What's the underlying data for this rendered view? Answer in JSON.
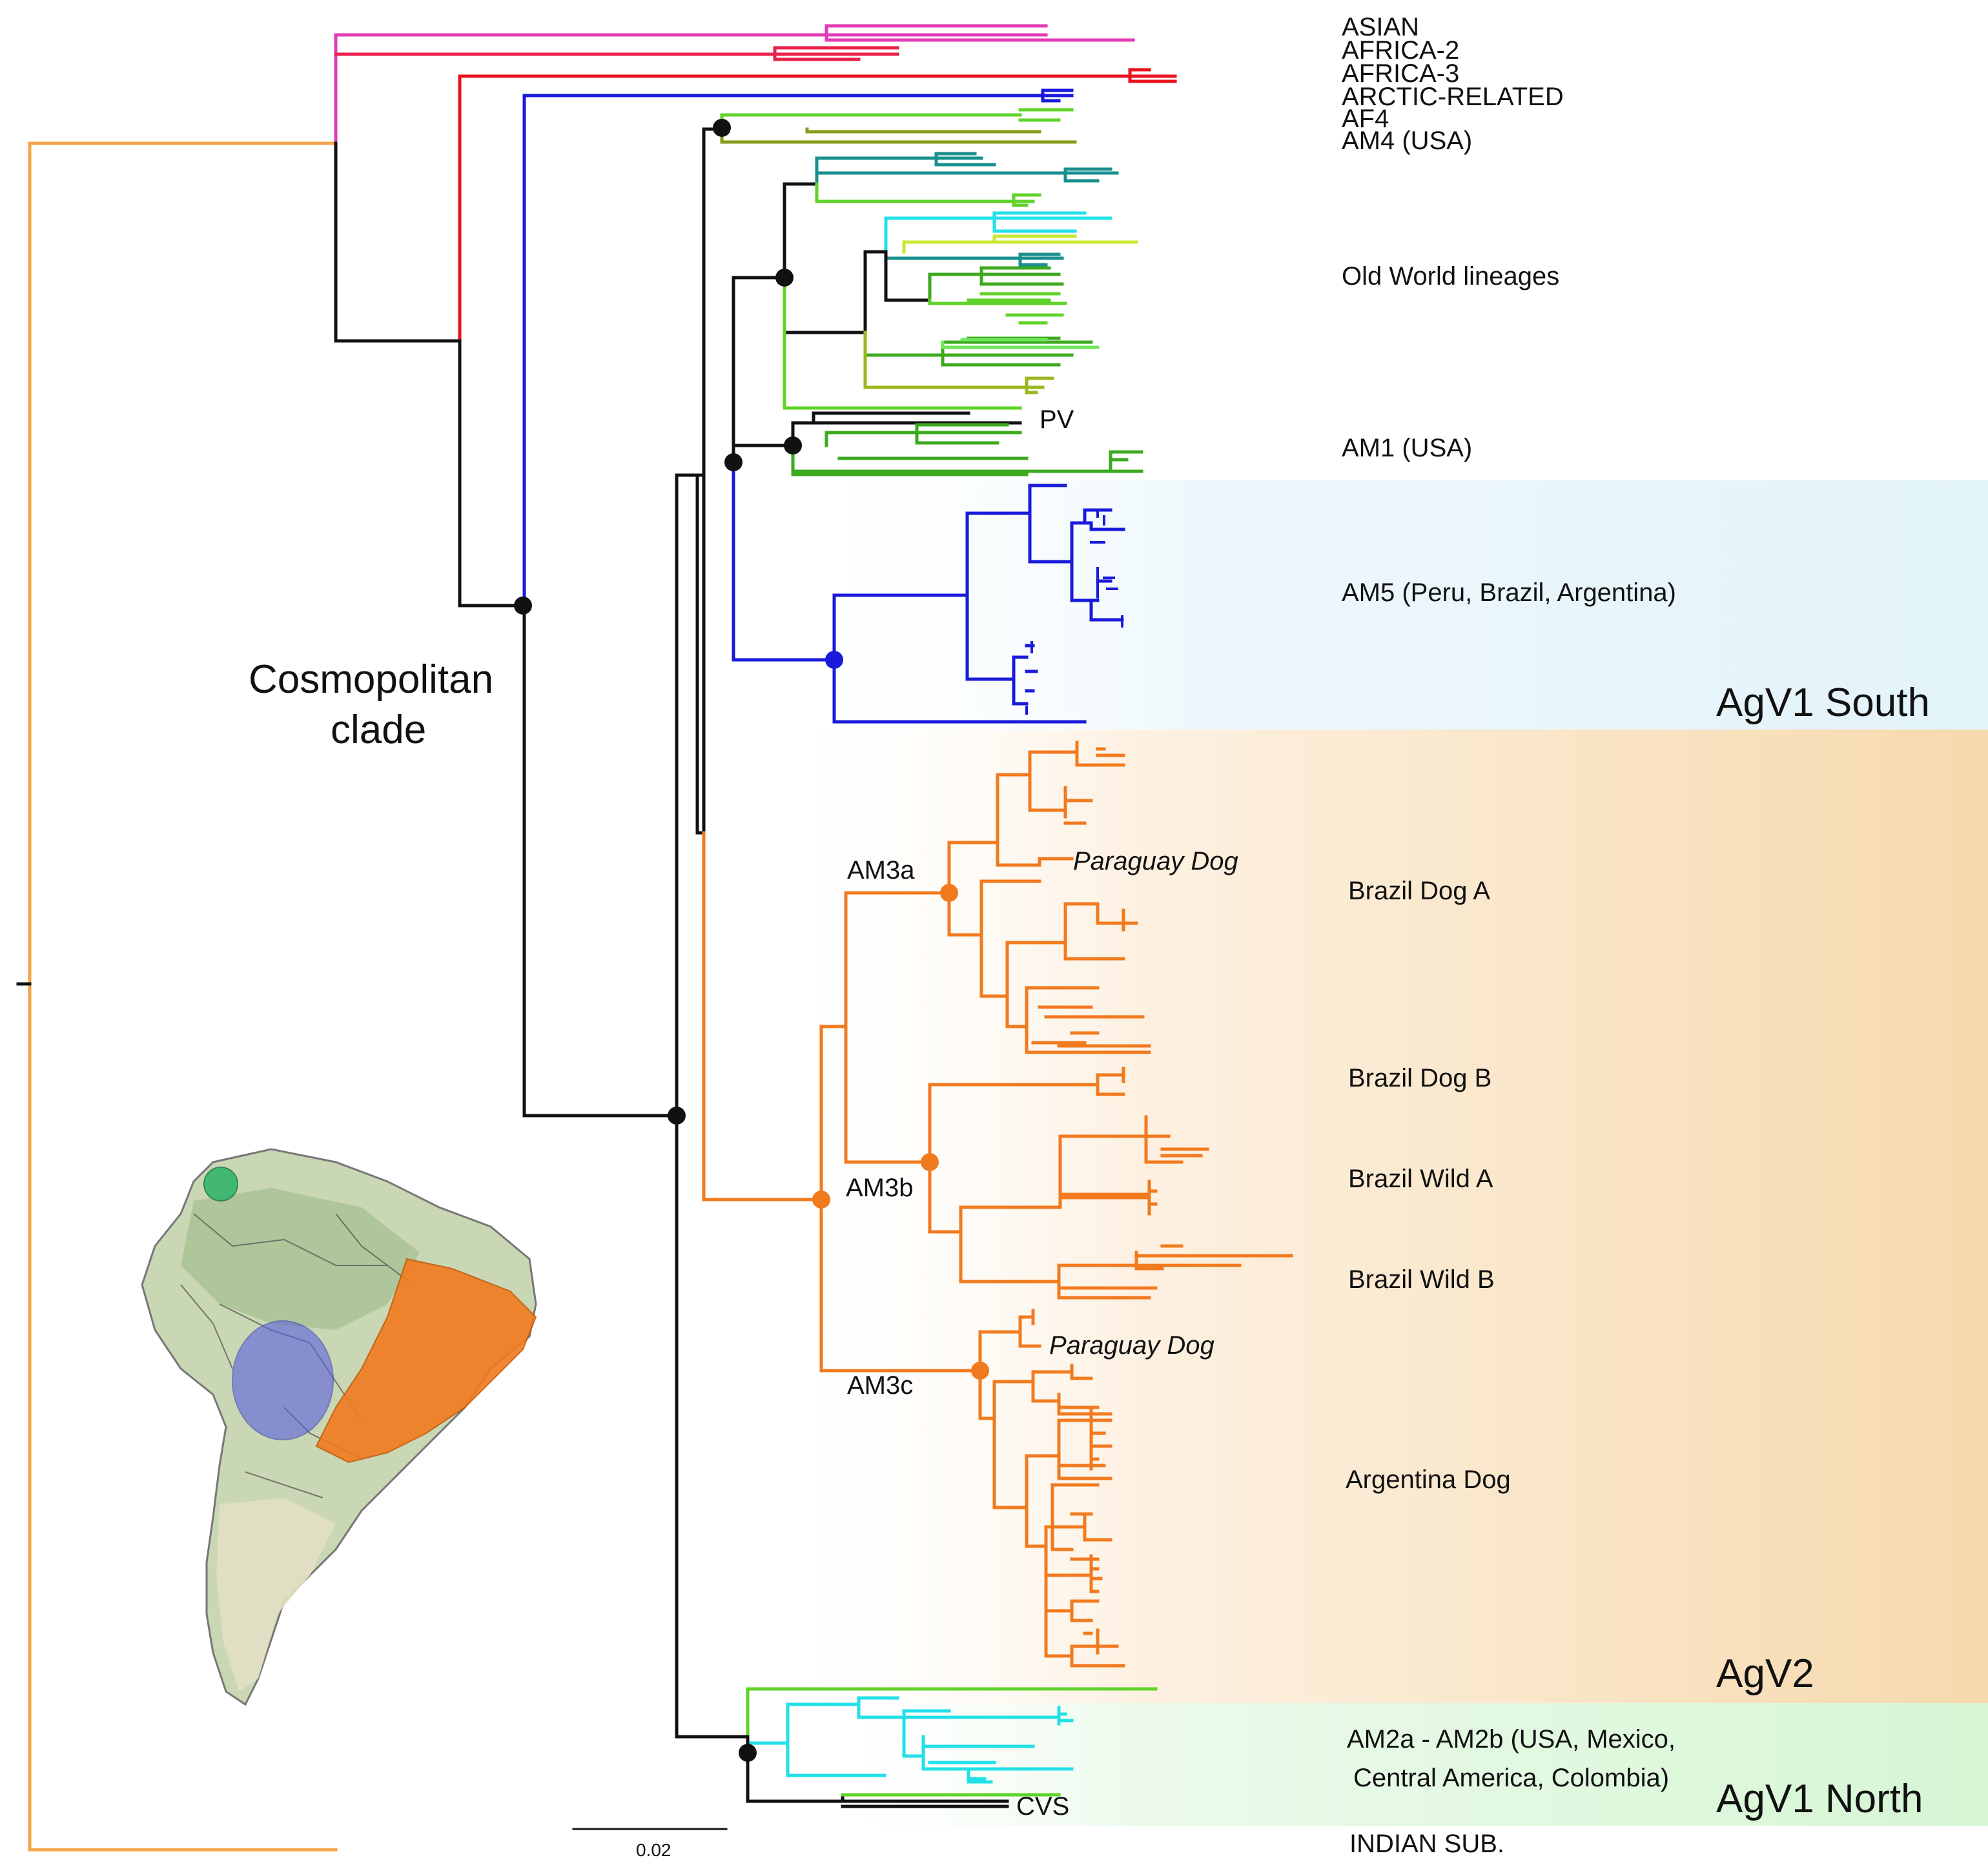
{
  "colors": {
    "pink": "#e33bb5",
    "red": "#e8131f",
    "crimson": "#e8224a",
    "blue": "#1a1adb",
    "black": "#111111",
    "lime": "#5fd32a",
    "olive": "#8a9a1a",
    "teal": "#1a8f8f",
    "cyan": "#22e0e8",
    "orange": "#f27a1e",
    "root": "#f5a54a",
    "agv1_south_band": "#e6f5fb",
    "agv2_band": "#f8dcb4",
    "agv1_north_band": "#dff8df",
    "map_green": "#2bb36a",
    "map_blue": "#5a5fe0",
    "map_orange": "#f27a1e"
  },
  "tree_labels": {
    "asian": "ASIAN",
    "africa2": "AFRICA-2",
    "africa3": "AFRICA-3",
    "arctic": "ARCTIC-RELATED",
    "af4": "AF4",
    "am4": "AM4 (USA)",
    "old_world": "Old World lineages",
    "pv": "PV",
    "am1": "AM1 (USA)",
    "am5": "AM5 (Peru, Brazil, Argentina)",
    "agv1_south": "AgV1 South",
    "cosmopolitan_1": "Cosmopolitan",
    "cosmopolitan_2": "clade",
    "am3a": "AM3a",
    "am3b": "AM3b",
    "am3c": "AM3c",
    "paraguay_dog_1": "Paraguay Dog",
    "paraguay_dog_2": "Paraguay Dog",
    "brazil_dog_a": "Brazil Dog A",
    "brazil_dog_b": "Brazil Dog B",
    "brazil_wild_a": "Brazil Wild A",
    "brazil_wild_b": "Brazil Wild B",
    "argentina_dog": "Argentina Dog",
    "agv2": "AgV2",
    "am2_1": "AM2a - AM2b (USA, Mexico,",
    "am2_2": "Central America, Colombia)",
    "agv1_north": "AgV1 North",
    "cvs": "CVS",
    "indian": "INDIAN SUB.",
    "scale": "0.02"
  }
}
